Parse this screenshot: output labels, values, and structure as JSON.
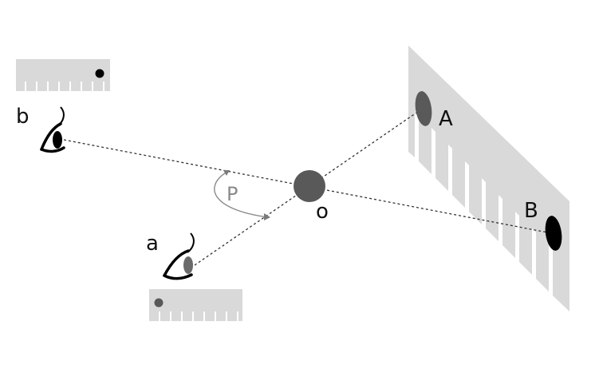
{
  "labels": {
    "eye_b": "b",
    "eye_a": "a",
    "point_A": "A",
    "point_B": "B",
    "center_o": "o",
    "angle_p": "P"
  },
  "colors": {
    "ruler": "#d9d9d9",
    "wall": "#d9d9d9",
    "object": "#595959",
    "mark_A": "#595959",
    "mark_B": "#000000",
    "angle_arc": "#8a8a8a",
    "line": "#333333"
  },
  "icons": {
    "eye_b": "eye-icon",
    "eye_a": "eye-icon"
  }
}
